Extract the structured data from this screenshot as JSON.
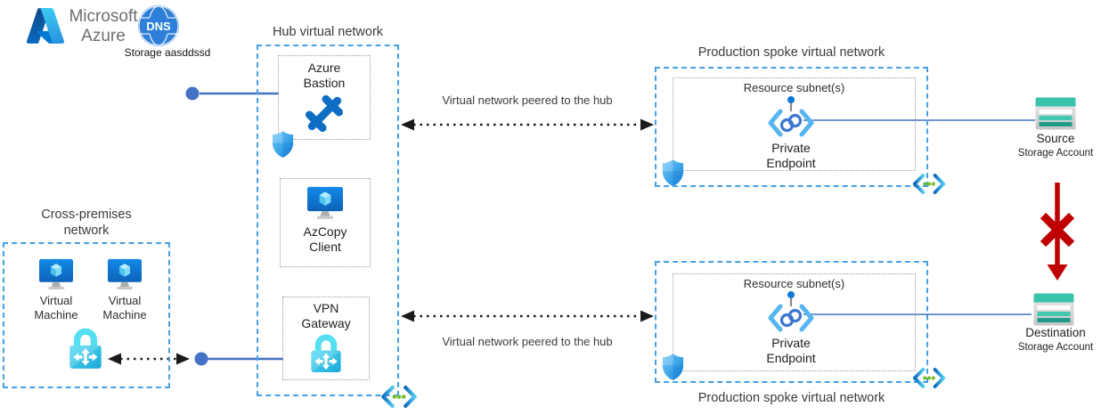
{
  "brand": {
    "line1": "Microsoft",
    "line2": "Azure",
    "dns": "DNS",
    "caption": "Storage aasddssd"
  },
  "hub": {
    "title": "Hub virtual network",
    "bastion": "Azure Bastion",
    "azcopy": "AzCopy Client",
    "vpn": "VPN Gateway"
  },
  "cross": {
    "title": "Cross-premises network",
    "vm1": "Virtual Machine",
    "vm2": "Virtual Machine"
  },
  "spoke_top": {
    "title": "Production spoke virtual network",
    "subnet": "Resource subnet(s)",
    "endpoint": "Private Endpoint"
  },
  "spoke_bottom": {
    "title": "Production spoke virtual network",
    "subnet": "Resource subnet(s)",
    "endpoint": "Private Endpoint"
  },
  "links": {
    "peer_top": "Virtual network peered to the hub",
    "peer_bottom": "Virtual network peered to the hub"
  },
  "storage": {
    "source_name": "Source",
    "source_type": "Storage Account",
    "dest_name": "Destination",
    "dest_type": "Storage Account"
  },
  "colors": {
    "vnet_border": "#44a1e8",
    "subnet_border": "#9b9b9b",
    "connector_blue": "#4472c4",
    "peering_black": "#1a1a1a",
    "blocked_red": "#c00000",
    "bastion_blue": "#0d6ec4",
    "storage_teal": "#38c3ab",
    "vnet_dot_green": "#76bc2d",
    "azure_blue": "#0078d4"
  }
}
